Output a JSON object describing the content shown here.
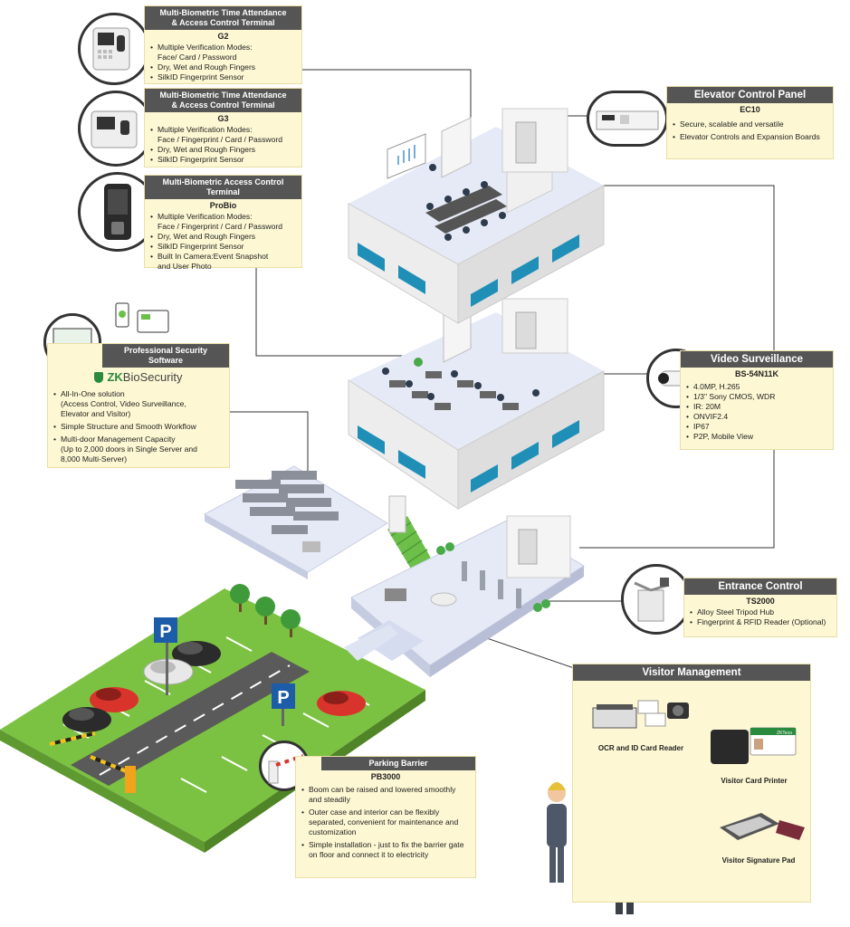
{
  "colors": {
    "header_bg": "#555555",
    "callout_bg": "#fdf7d3",
    "floor": "#e6eaf6",
    "wall": "#e9e9e9",
    "window": "#1f8fb7",
    "grass": "#7cc242",
    "road": "#5a5a5a",
    "brand_green": "#2a8a3e"
  },
  "icons": {
    "g2": "fingerprint-terminal-icon",
    "g3": "fingerprint-terminal-icon",
    "probio": "face-terminal-icon",
    "software": "monitor-icon",
    "elevator": "control-panel-icon",
    "camera": "bullet-camera-icon",
    "tripod": "tripod-turnstile-icon",
    "barrier": "parking-barrier-icon",
    "parking_sign": "parking-sign-icon"
  },
  "g2": {
    "title_line1": "Multi-Biometric Time Attendance",
    "title_line2": "& Access Control Terminal",
    "model": "G2",
    "features": [
      "Multiple Verification Modes:",
      "Face/ Card / Password",
      "Dry, Wet and Rough Fingers",
      "SilkID Fingerprint Sensor"
    ]
  },
  "g3": {
    "title_line1": "Multi-Biometric Time Attendance",
    "title_line2": "& Access Control Terminal",
    "model": "G3",
    "features": [
      "Multiple Verification Modes:",
      "Face / Fingerprint / Card / Password",
      "Dry, Wet and Rough Fingers",
      "SilkID Fingerprint Sensor"
    ]
  },
  "probio": {
    "title": "Multi-Biometric Access Control Terminal",
    "model": "ProBio",
    "features": [
      "Multiple Verification Modes:",
      "Face / Fingerprint / Card / Password",
      "Dry, Wet and Rough Fingers",
      "SilkID Fingerprint Sensor",
      "Built In Camera:Event Snapshot",
      "and User Photo"
    ]
  },
  "software": {
    "title": "Professional Security Software",
    "logo_zk": "ZK",
    "logo_bio": "BioSecurity",
    "features": [
      "All-In-One solution",
      "(Access Control, Video Surveillance,",
      "Elevator and Visitor)",
      "Simple Structure and Smooth Workflow",
      "Multi-door Management Capacity",
      "(Up to 2,000 doors in Single Server and",
      "8,000 Multi-Server)"
    ]
  },
  "elevator": {
    "title": "Elevator Control Panel",
    "model": "EC10",
    "features": [
      "Secure, scalable and versatile",
      "Elevator Controls and Expansion Boards"
    ]
  },
  "video": {
    "title": "Video Surveillance",
    "model": "BS-54N11K",
    "features": [
      "4.0MP, H.265",
      "1/3\" Sony CMOS, WDR",
      "IR: 20M",
      "ONVIF2.4",
      "IP67",
      "P2P, Mobile View"
    ]
  },
  "entrance": {
    "title": "Entrance Control",
    "model": "TS2000",
    "features": [
      "Alloy Steel Tripod Hub",
      "Fingerprint & RFID Reader (Optional)"
    ]
  },
  "visitor": {
    "title": "Visitor Management",
    "ocr": "OCR and ID Card Reader",
    "printer": "Visitor Card Printer",
    "pad": "Visitor Signature Pad",
    "card_brand": "ZKTeco"
  },
  "parking": {
    "title": "Parking Barrier",
    "model": "PB3000",
    "features": [
      "Boom can be raised and lowered smoothly",
      "and steadily",
      "Outer case and interior can be flexibly",
      "separated, convenient for maintenance and",
      "customization",
      "Simple installation - just to fix the barrier gate",
      "on floor and connect it to electricity"
    ],
    "sign": "P"
  }
}
